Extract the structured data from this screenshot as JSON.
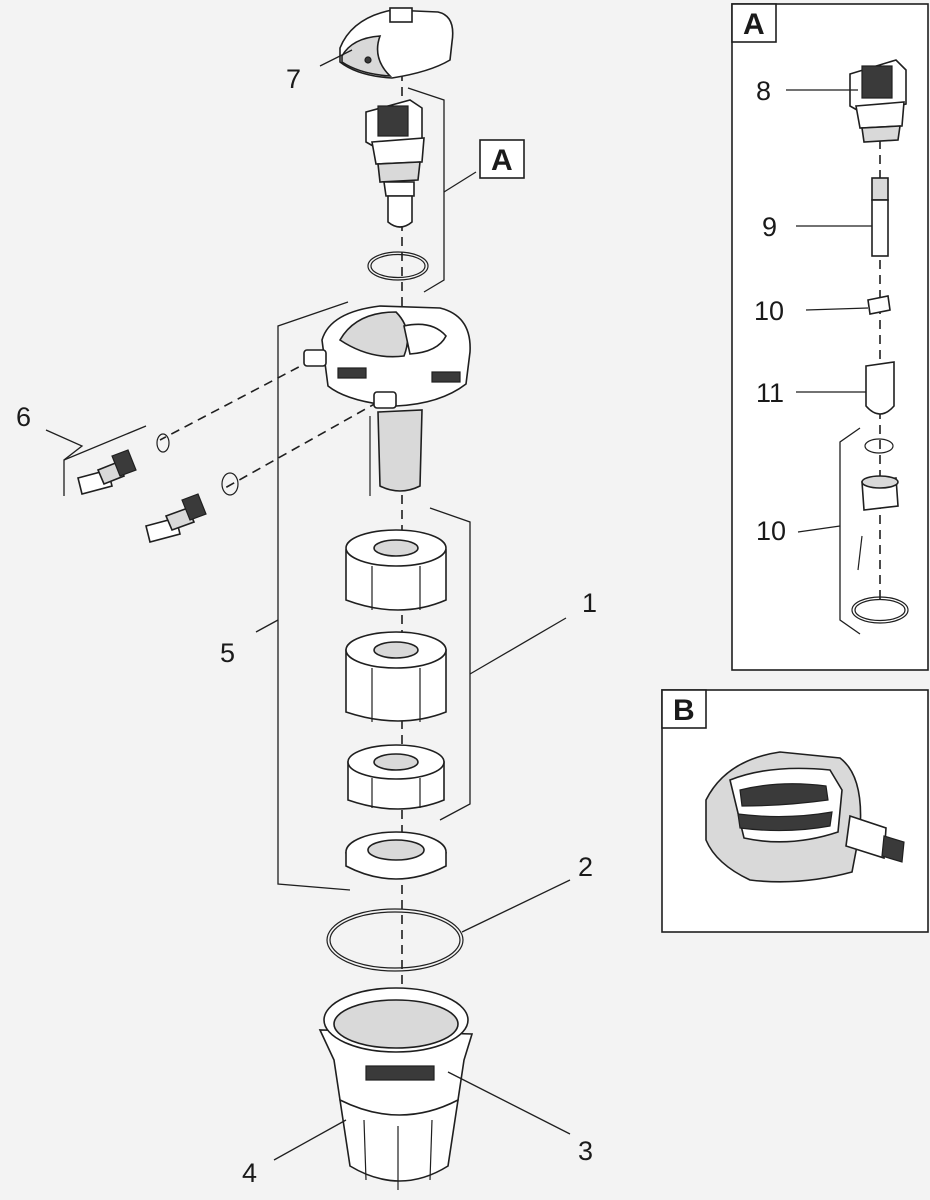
{
  "callouts": {
    "n1": "1",
    "n2": "2",
    "n3": "3",
    "n4": "4",
    "n5": "5",
    "n6": "6",
    "n7": "7",
    "n8": "8",
    "n9": "9",
    "n10a": "10",
    "n11": "11",
    "n10b": "10"
  },
  "panels": {
    "detail_a": "A",
    "detail_a_ref": "A",
    "detail_b": "B"
  }
}
